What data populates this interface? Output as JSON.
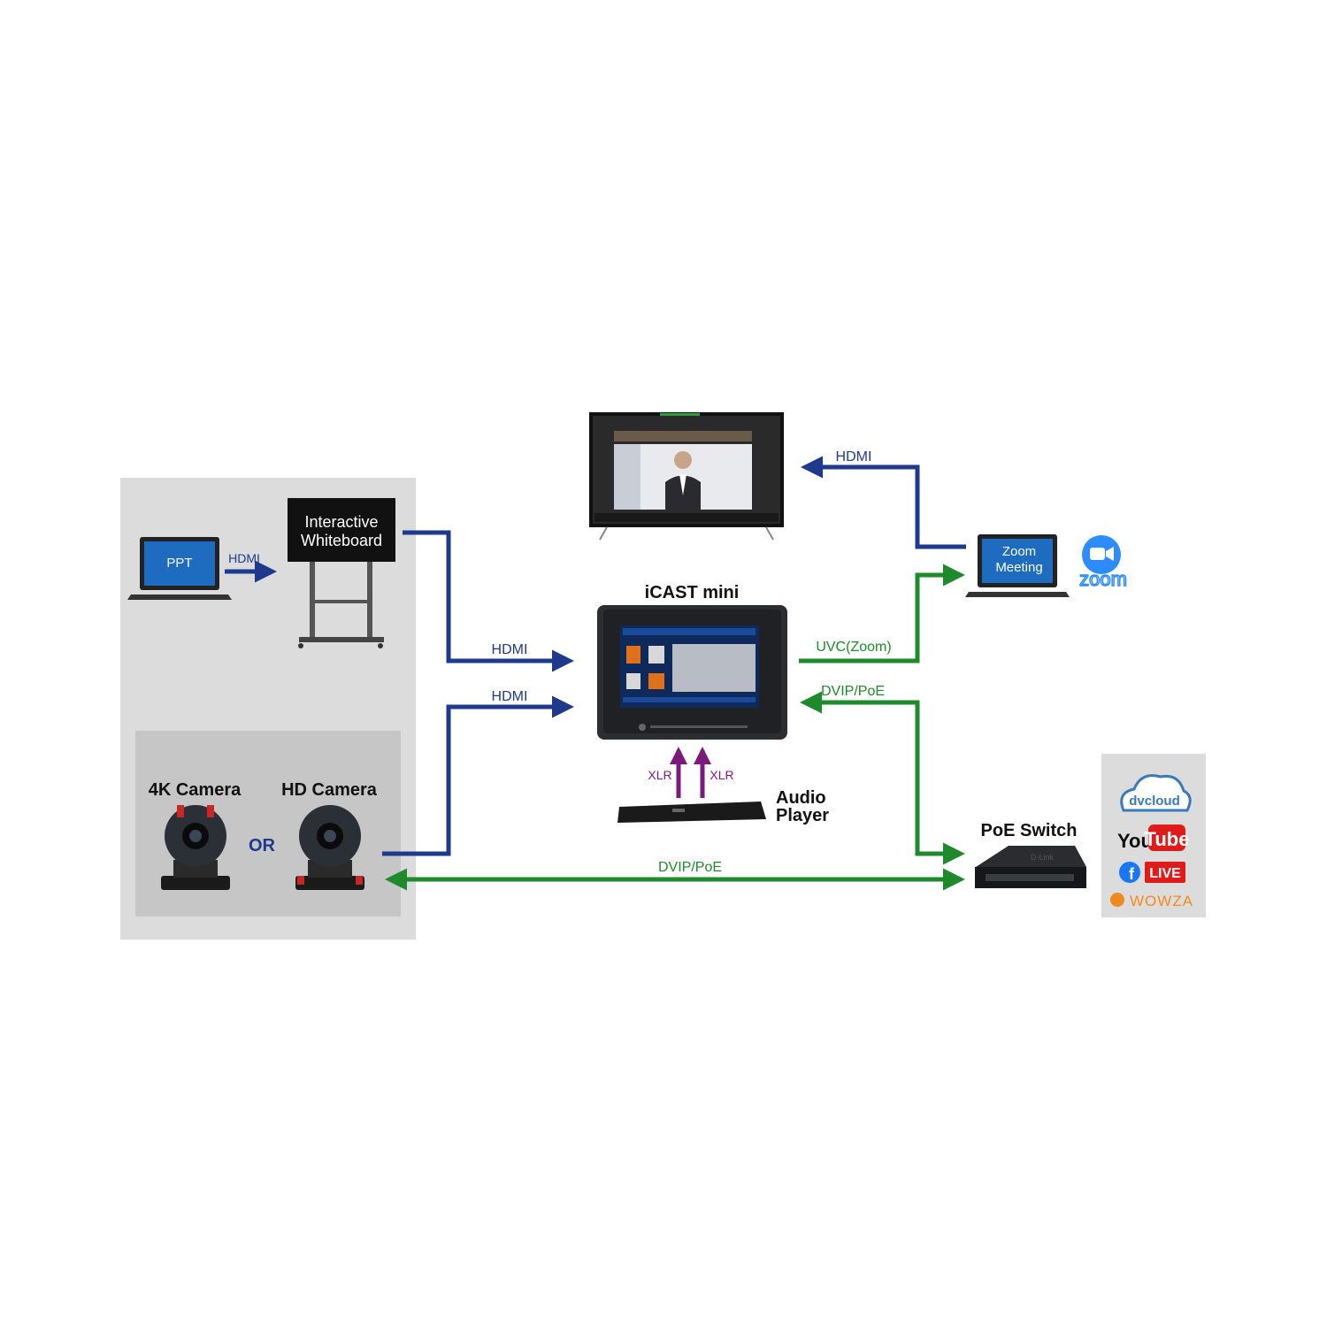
{
  "devices": {
    "ppt": "PPT",
    "whiteboard_line1": "Interactive",
    "whiteboard_line2": "Whiteboard",
    "camera_4k": "4K Camera",
    "camera_hd": "HD Camera",
    "or": "OR",
    "icast": "iCAST mini",
    "audio_line1": "Audio",
    "audio_line2": "Player",
    "zoom_line1": "Zoom",
    "zoom_line2": "Meeting",
    "zoom_logo": "zoom",
    "poe_switch": "PoE Switch",
    "switch_brand": "D-Link"
  },
  "connections": {
    "ppt_hdmi": "HDMI",
    "whiteboard_hdmi": "HDMI",
    "camera_hdmi": "HDMI",
    "tv_hdmi": "HDMI",
    "uvc": "UVC(Zoom)",
    "dvip_icast": "DVIP/PoE",
    "dvip_camera": "DVIP/PoE",
    "xlr_left": "XLR",
    "xlr_right": "XLR"
  },
  "platforms": {
    "dvcloud": "dvcloud",
    "youtube_you": "You",
    "youtube_tube": "Tube",
    "facebook_live": "LIVE",
    "wowza": "WOWZA"
  },
  "colors": {
    "hdmi": "#1f3a8c",
    "dvip": "#1e8a2c",
    "xlr": "#7a1a7a",
    "panel": "#dcdcdc",
    "camera_panel": "#c6c6c6"
  }
}
